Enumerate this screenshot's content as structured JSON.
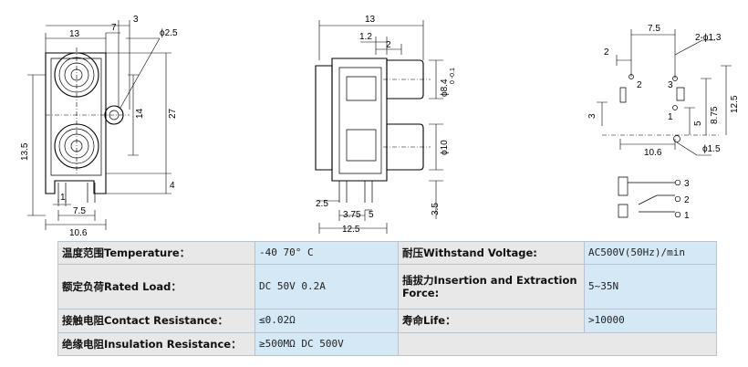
{
  "drawing_left": {
    "dims": [
      "13",
      "3",
      "7",
      "ϕ2.5",
      "14",
      "27",
      "13.5",
      "4",
      "1",
      "7.5",
      "10.6"
    ]
  },
  "drawing_middle": {
    "dims": [
      "13",
      "1.2",
      "2",
      "ϕ8.4",
      "ϕ10",
      "2.5",
      "3.75",
      "5",
      "12.5",
      "3.5"
    ],
    "tolerance": "0 -0.1"
  },
  "drawing_right": {
    "dims": [
      "7.5",
      "2-ϕ1.3",
      "2",
      "3",
      "2",
      "1",
      "3",
      "5",
      "8.75",
      "12.5",
      "10.6",
      "ϕ1.5"
    ],
    "schematic_pins": [
      "3",
      "2",
      "1"
    ]
  },
  "spec_table": {
    "rows": [
      [
        {
          "label": "温度范围Temperature：",
          "value": "-40    70° C"
        },
        {
          "label": "耐压Withstand Voltage:",
          "value": "AC500V(50Hz)/min"
        }
      ],
      [
        {
          "label": "额定负荷Rated Load：",
          "value": "DC 50V 0.2A"
        },
        {
          "label": "插拔力Insertion and Extraction Force:",
          "value": "5~35N"
        }
      ],
      [
        {
          "label": "接触电阻Contact Resistance：",
          "value": "≤0.02Ω"
        },
        {
          "label": "寿命Life：",
          "value": ">10000"
        }
      ],
      [
        {
          "label": "绝缘电阻Insulation Resistance：",
          "value": "≥500MΩ  DC  500V"
        }
      ]
    ]
  }
}
